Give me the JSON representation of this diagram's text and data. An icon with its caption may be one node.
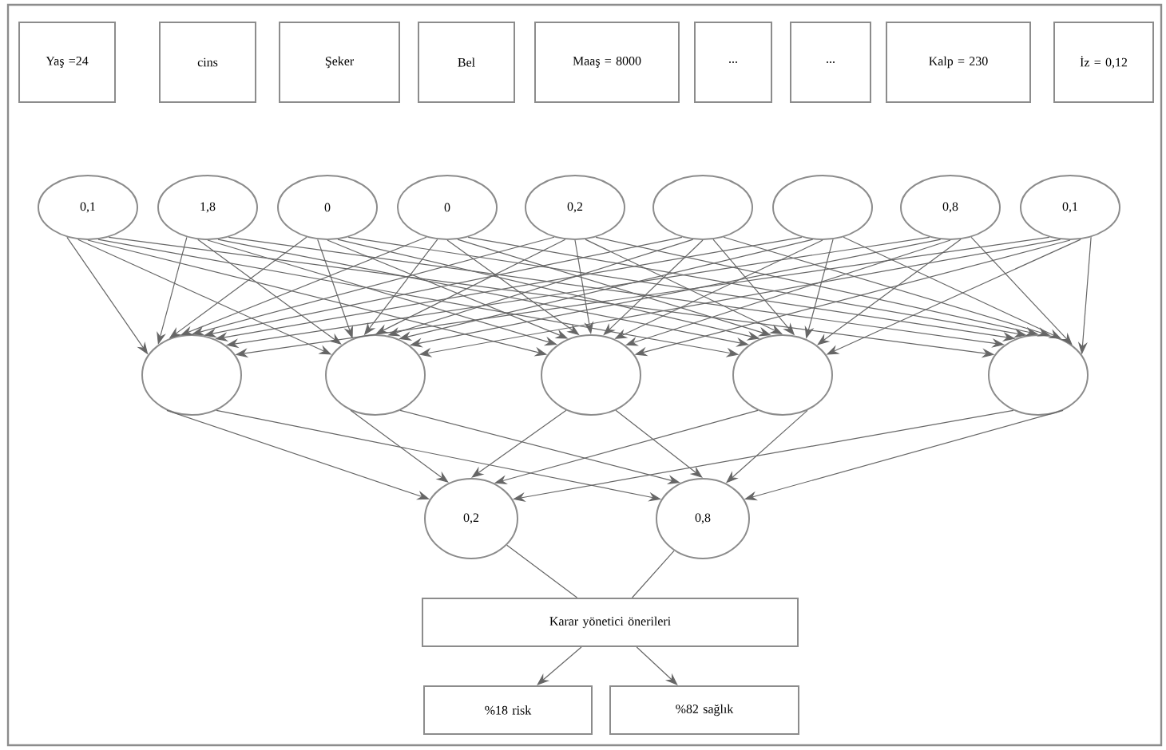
{
  "diagram": {
    "nodes": [
      {
        "text": [
          "Yaş =24"
        ]
      },
      {
        "text": [
          "cins"
        ]
      },
      {
        "text": [
          "Şeker"
        ]
      },
      {
        "text": [
          "Bel"
        ]
      },
      {
        "text": [
          "Maaş = 8000"
        ]
      },
      {
        "text": [
          "..."
        ]
      },
      {
        "text": [
          "..."
        ]
      },
      {
        "text": [
          "Kalp = 230"
        ]
      },
      {
        "text": [
          "İz = 0,12"
        ]
      },
      {
        "text": [
          "0,1"
        ]
      },
      {
        "text": [
          "1,8"
        ]
      },
      {
        "text": [
          "0"
        ]
      },
      {
        "text": [
          "0"
        ]
      },
      {
        "text": [
          "0,2"
        ]
      },
      {
        "text": [],
        "shape": "circle"
      },
      {
        "text": [],
        "shape": "circle"
      },
      {
        "text": [
          "0,8"
        ]
      },
      {
        "text": [
          "0,1"
        ]
      },
      {
        "text": [],
        "shape": "circle"
      },
      {
        "text": [],
        "shape": "circle"
      },
      {
        "text": [],
        "shape": "circle"
      },
      {
        "text": [],
        "shape": "circle"
      },
      {
        "text": [],
        "shape": "circle"
      },
      {
        "text": [
          "0,2"
        ]
      },
      {
        "text": [
          "0,8"
        ]
      },
      {
        "text": [
          "Karar yönetici önerileri"
        ]
      },
      {
        "text": [
          "%18 risk"
        ]
      },
      {
        "text": [
          "%82 sağlık"
        ]
      }
    ],
    "edges": [
      {
        "from": 9,
        "to": 18,
        "arrow": "to"
      },
      {
        "from": 9,
        "to": 19,
        "arrow": "to"
      },
      {
        "from": 9,
        "to": 20,
        "arrow": "to"
      },
      {
        "from": 9,
        "to": 21,
        "arrow": "to"
      },
      {
        "from": 9,
        "to": 22,
        "arrow": "to"
      },
      {
        "from": 10,
        "to": 18,
        "arrow": "to"
      },
      {
        "from": 10,
        "to": 19,
        "arrow": "to"
      },
      {
        "from": 10,
        "to": 20,
        "arrow": "to"
      },
      {
        "from": 10,
        "to": 21,
        "arrow": "to"
      },
      {
        "from": 10,
        "to": 22,
        "arrow": "to"
      },
      {
        "from": 11,
        "to": 18,
        "arrow": "to"
      },
      {
        "from": 11,
        "to": 19,
        "arrow": "to"
      },
      {
        "from": 11,
        "to": 20,
        "arrow": "to"
      },
      {
        "from": 11,
        "to": 21,
        "arrow": "to"
      },
      {
        "from": 11,
        "to": 22,
        "arrow": "to"
      },
      {
        "from": 12,
        "to": 18,
        "arrow": "to"
      },
      {
        "from": 12,
        "to": 19,
        "arrow": "to"
      },
      {
        "from": 12,
        "to": 20,
        "arrow": "to"
      },
      {
        "from": 12,
        "to": 21,
        "arrow": "to"
      },
      {
        "from": 12,
        "to": 22,
        "arrow": "to"
      },
      {
        "from": 13,
        "to": 18,
        "arrow": "to"
      },
      {
        "from": 13,
        "to": 19,
        "arrow": "to"
      },
      {
        "from": 13,
        "to": 20,
        "arrow": "to"
      },
      {
        "from": 13,
        "to": 21,
        "arrow": "to"
      },
      {
        "from": 13,
        "to": 22,
        "arrow": "to"
      },
      {
        "from": 14,
        "to": 18,
        "arrow": "to"
      },
      {
        "from": 14,
        "to": 19,
        "arrow": "to"
      },
      {
        "from": 14,
        "to": 20,
        "arrow": "to"
      },
      {
        "from": 14,
        "to": 21,
        "arrow": "to"
      },
      {
        "from": 14,
        "to": 22,
        "arrow": "to"
      },
      {
        "from": 15,
        "to": 18,
        "arrow": "to"
      },
      {
        "from": 15,
        "to": 19,
        "arrow": "to"
      },
      {
        "from": 15,
        "to": 20,
        "arrow": "to"
      },
      {
        "from": 15,
        "to": 21,
        "arrow": "to"
      },
      {
        "from": 15,
        "to": 22,
        "arrow": "to"
      },
      {
        "from": 16,
        "to": 18,
        "arrow": "to"
      },
      {
        "from": 16,
        "to": 19,
        "arrow": "to"
      },
      {
        "from": 16,
        "to": 20,
        "arrow": "to"
      },
      {
        "from": 16,
        "to": 21,
        "arrow": "to"
      },
      {
        "from": 16,
        "to": 22,
        "arrow": "to"
      },
      {
        "from": 17,
        "to": 18,
        "arrow": "to"
      },
      {
        "from": 17,
        "to": 19,
        "arrow": "to"
      },
      {
        "from": 17,
        "to": 20,
        "arrow": "to"
      },
      {
        "from": 17,
        "to": 21,
        "arrow": "to"
      },
      {
        "from": 17,
        "to": 22,
        "arrow": "to"
      },
      {
        "from": 18,
        "to": 23,
        "arrow": "to"
      },
      {
        "from": 18,
        "to": 24,
        "arrow": "to"
      },
      {
        "from": 19,
        "to": 23,
        "arrow": "to"
      },
      {
        "from": 19,
        "to": 24,
        "arrow": "to"
      },
      {
        "from": 20,
        "to": 23,
        "arrow": "to"
      },
      {
        "from": 20,
        "to": 24,
        "arrow": "to"
      },
      {
        "from": 21,
        "to": 23,
        "arrow": "to"
      },
      {
        "from": 21,
        "to": 24,
        "arrow": "to"
      },
      {
        "from": 22,
        "to": 23,
        "arrow": "to"
      },
      {
        "from": 22,
        "to": 24,
        "arrow": "to"
      },
      {
        "from": 23,
        "to": 25,
        "arrow": "none"
      },
      {
        "from": 24,
        "to": 25,
        "arrow": "none"
      },
      {
        "from": 25,
        "to": 26,
        "arrow": "to"
      },
      {
        "from": 25,
        "to": 27,
        "arrow": "to"
      }
    ]
  }
}
